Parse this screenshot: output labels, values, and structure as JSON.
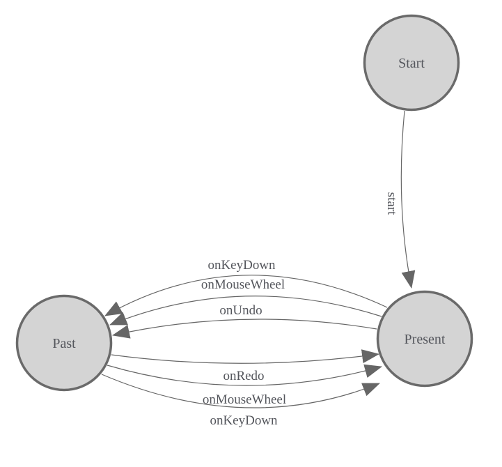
{
  "diagram": {
    "type": "state-machine",
    "nodes": {
      "start": {
        "label": "Start"
      },
      "present": {
        "label": "Present"
      },
      "past": {
        "label": "Past"
      }
    },
    "edges": {
      "start_to_present": {
        "label": "start",
        "from": "Start",
        "to": "Present"
      },
      "present_to_past": [
        {
          "label": "onKeyDown",
          "from": "Present",
          "to": "Past"
        },
        {
          "label": "onMouseWheel",
          "from": "Present",
          "to": "Past"
        },
        {
          "label": "onUndo",
          "from": "Present",
          "to": "Past"
        }
      ],
      "past_to_present": [
        {
          "label": "onRedo",
          "from": "Past",
          "to": "Present"
        },
        {
          "label": "onMouseWheel",
          "from": "Past",
          "to": "Present"
        },
        {
          "label": "onKeyDown",
          "from": "Past",
          "to": "Present"
        }
      ]
    },
    "colors": {
      "node_fill": "#d4d4d4",
      "node_stroke": "#6a6a6a",
      "edge_stroke": "#666666",
      "arrow_fill": "#666666",
      "label_text": "#54565c",
      "background": "#ffffff"
    }
  }
}
